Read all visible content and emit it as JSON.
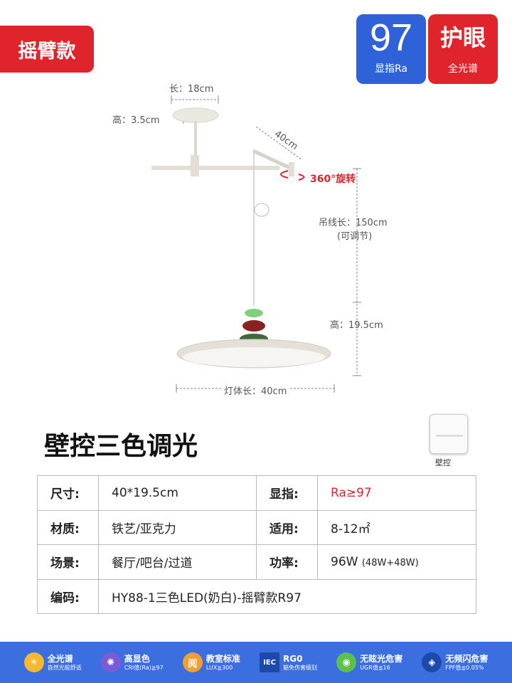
{
  "tag": "摇臂款",
  "badge_ra": {
    "value": "97",
    "label": "显指Ra"
  },
  "badge_eye": {
    "value": "护眼",
    "label": "全光谱"
  },
  "dims": {
    "base_length": "长：18cm",
    "base_height": "高：3.5cm",
    "arm_length": "40cm",
    "rotate": "360°旋转",
    "cord_length": "吊线长：150cm",
    "cord_note": "(可调节)",
    "lamp_height": "高：19.5cm",
    "lamp_length": "灯体长：40cm"
  },
  "title": "壁控三色调光",
  "switch_label": "壁控",
  "specs": [
    {
      "k1": "尺寸:",
      "v1": "40*19.5cm",
      "k2": "显指:",
      "v2": "Ra≥97"
    },
    {
      "k1": "材质:",
      "v1": "铁艺/亚克力",
      "k2": "适用:",
      "v2": "8-12㎡"
    },
    {
      "k1": "场景:",
      "v1": "餐厅/吧台/过道",
      "k2": "功率:",
      "v2": "96W",
      "v2_sub": "(48W+48W)"
    },
    {
      "k1": "编码:",
      "v1": "HY88-1三色LED(奶白)-摇臂款R97"
    }
  ],
  "features": [
    {
      "icon": "sun-icon",
      "title": "全光谱",
      "sub": "自然光般舒适",
      "color": "#f5b82e",
      "glyph": "☀"
    },
    {
      "icon": "color-wheel-icon",
      "title": "高显色",
      "sub": "CRI值(Ra)≧97",
      "color": "#7a5cd8",
      "glyph": "✺"
    },
    {
      "icon": "classroom-icon",
      "title": "教室标准",
      "sub": "LUX≧300",
      "color": "#f0a030",
      "glyph": "阅"
    },
    {
      "icon": "iec-icon",
      "title": "RG0",
      "sub": "豁免伤害级别",
      "color": "#1d4aa8",
      "glyph": "IEC"
    },
    {
      "icon": "eye-icon",
      "title": "无眩光危害",
      "sub": "UGR值≦16",
      "color": "#5cc14a",
      "glyph": "◉"
    },
    {
      "icon": "flicker-icon",
      "title": "无频闪危害",
      "sub": "FPF值≦0.05%",
      "color": "#1d4aa8",
      "glyph": "◈"
    }
  ]
}
